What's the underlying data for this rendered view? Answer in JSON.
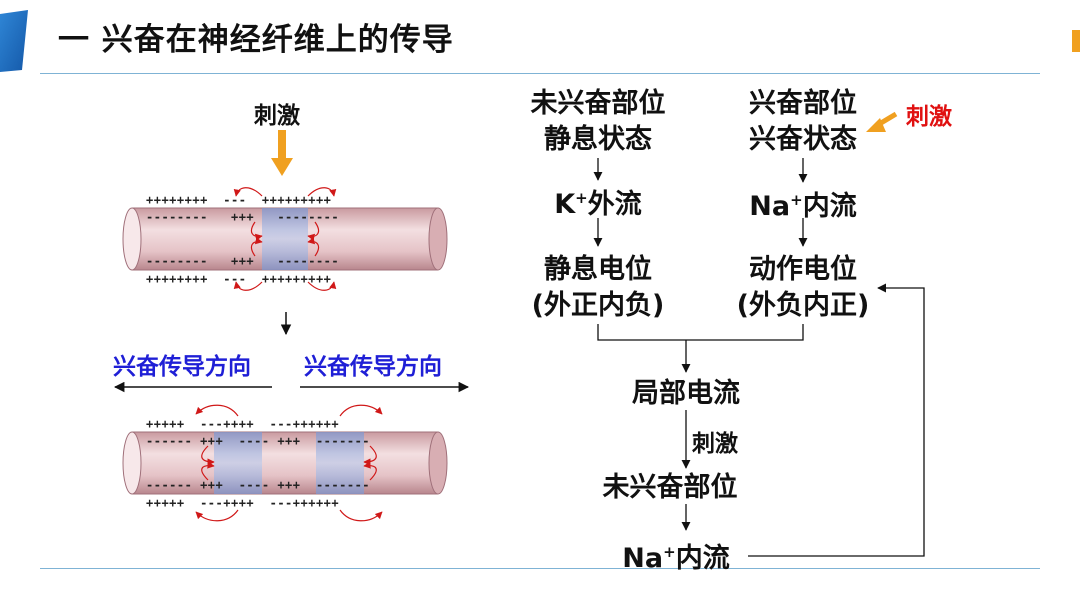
{
  "slide": {
    "title": "一 兴奋在神经纤维上的传导"
  },
  "left_diagram": {
    "stimulus_label": "刺激",
    "direction_left": "兴奋传导方向",
    "direction_right": "兴奋传导方向",
    "top_fiber": {
      "outer_top": "++++++++  ---  +++++++++",
      "inner_top": "--------   +++   --------",
      "inner_bottom": "--------   +++   --------",
      "outer_bottom": "++++++++  ---  +++++++++"
    },
    "bottom_fiber": {
      "outer_top": "+++++  ---++++  ---++++++",
      "inner_top": "------ +++  ---- +++  -------",
      "inner_bottom": "------ +++  ---- +++  -------",
      "outer_bottom": "+++++  ---++++  ---++++++"
    }
  },
  "flowchart": {
    "unexcited_site": "未兴奋部位",
    "resting_state": "静息状态",
    "k_efflux_ion": "K",
    "k_efflux_sup": "+",
    "k_efflux_text": "外流",
    "excited_site": "兴奋部位",
    "excited_state": "兴奋状态",
    "stimulus_red": "刺激",
    "na_influx_ion": "Na",
    "na_influx_sup": "+",
    "na_influx_text": "内流",
    "resting_potential": "静息电位",
    "resting_potential_desc": "(外正内负)",
    "action_potential": "动作电位",
    "action_potential_desc": "(外负内正)",
    "local_current": "局部电流",
    "stimulus_label": "刺激",
    "unexcited_site_2": "未兴奋部位",
    "na_influx2_ion": "Na",
    "na_influx2_sup": "+",
    "na_influx2_text": "内流"
  },
  "colors": {
    "accent_blue": "#1a73c8",
    "direction_text": "#1f1fd6",
    "stimulus_red": "#e01010",
    "arrow_orange": "#f0a020",
    "fiber_fill": "#e9c9cc",
    "excited_band": "#8fa6d6"
  }
}
